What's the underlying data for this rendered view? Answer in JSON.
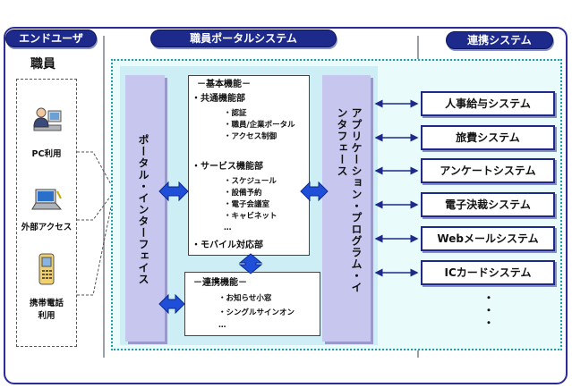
{
  "headers": {
    "end_user": "エンドユーザ",
    "portal_system": "職員ポータルシステム",
    "linked_systems": "連携システム"
  },
  "end_user": {
    "title": "職員",
    "items": [
      {
        "label": "PC利用",
        "icon": "pc-user-icon"
      },
      {
        "label": "外部アクセス",
        "icon": "laptop-icon"
      },
      {
        "label": "携帯電話\n利用",
        "icon": "mobile-phone-icon"
      }
    ]
  },
  "portal": {
    "left_interface": "ポータル・インターフェイス",
    "right_interface": "アプリケーション・プログラム・インタフェース",
    "basic": {
      "title": "－基本機能－",
      "common_title": "・共通機能部",
      "common_items": [
        "・認証",
        "・職員/企業ポータル",
        "・アクセス制御"
      ],
      "service_title": "・サービス機能部",
      "service_items": [
        "・スケジュール",
        "・設備予約",
        "・電子会議室",
        "・キャビネット",
        "…"
      ],
      "mobile_title": "・モバイル対応部"
    },
    "linkage": {
      "title": "－連携機能－",
      "items": [
        "・お知らせ小窓",
        "・シングルサインオン",
        "…"
      ]
    }
  },
  "linked_systems": {
    "items": [
      "人事給与システム",
      "旅費システム",
      "アンケートシステム",
      "電子決裁システム",
      "Webメールシステム",
      "ICカードシステム"
    ],
    "more": "・\n・\n・"
  },
  "colors": {
    "navy": "#1d2a8c",
    "arrow_blue": "#1f4fd8",
    "lavender": "#c6c6ee",
    "light_cyan": "#cceef4"
  }
}
